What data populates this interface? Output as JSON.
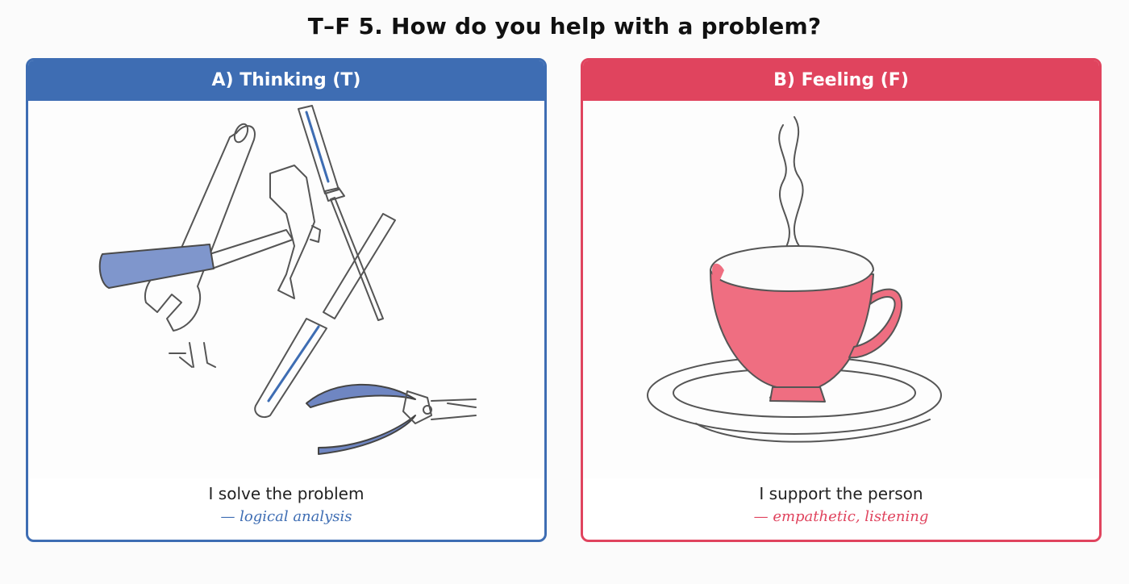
{
  "page": {
    "title": "T–F 5. How do you help with a problem?"
  },
  "options": [
    {
      "heading": "A) Thinking (T)",
      "text": "I solve the problem",
      "subtext": "— logical analysis",
      "accent": "#3e6db3",
      "illustration_icon": "tools-icon"
    },
    {
      "heading": "B) Feeling (F)",
      "text": "I support the person",
      "subtext": "— empathetic, listening",
      "accent": "#e0445e",
      "illustration_icon": "teacup-icon"
    }
  ]
}
